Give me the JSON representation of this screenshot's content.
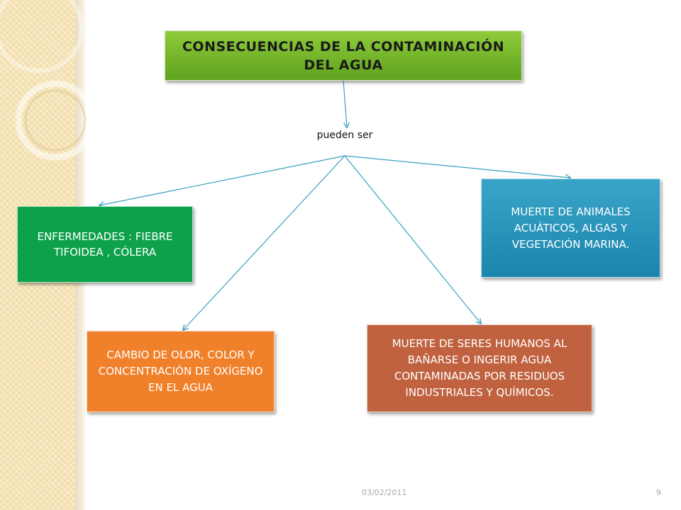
{
  "diagram": {
    "root": "CONSECUENCIAS DE LA CONTAMINACIÓN DEL AGUA",
    "connector_label": "pueden ser",
    "nodes": {
      "disease": "ENFERMEDADES : FIEBRE TIFOIDEA , CÓLERA",
      "water_change": "CAMBIO DE OLOR, COLOR Y CONCENTRACIÓN DE OXÍGENO EN EL AGUA",
      "human_death": "MUERTE DE SERES HUMANOS AL BAÑARSE O INGERIR AGUA CONTAMINADAS POR RESIDUOS INDUSTRIALES Y QUÍMICOS.",
      "marine_death": "MUERTE DE ANIMALES ACUÁTICOS, ALGAS Y VEGETACIÓN MARINA."
    },
    "colors": {
      "root": "#6fb12a",
      "disease": "#0da24a",
      "water_change": "#f0802a",
      "human_death": "#c0623f",
      "marine_death": "#2b95bd",
      "connector": "#3a9fc0"
    }
  },
  "footer": {
    "date": "03/02/2011",
    "page": "9"
  }
}
